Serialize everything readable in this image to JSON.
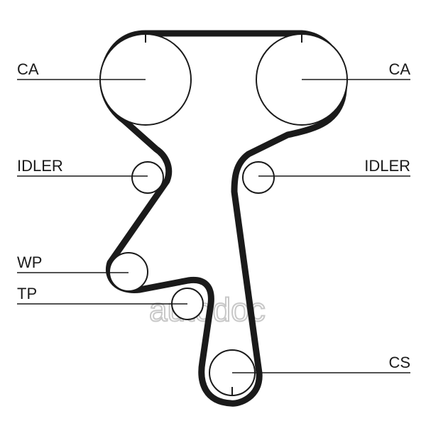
{
  "labels": {
    "cam_left": "CA",
    "cam_right": "CA",
    "idler_left": "IDLER",
    "idler_right": "IDLER",
    "water_pump": "WP",
    "tensioner": "TP",
    "crankshaft": "CS"
  },
  "watermark": "autodoc",
  "colors": {
    "line": "#1a1a1a",
    "watermark": "#c8c8c8"
  }
}
